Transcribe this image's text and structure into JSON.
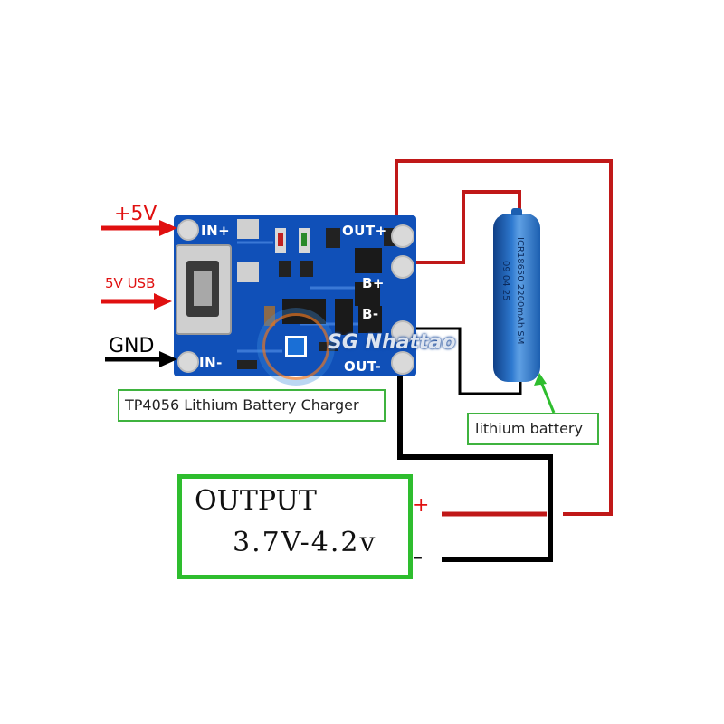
{
  "inputs": {
    "plus5v": "+5V",
    "usb": "5V USB",
    "gnd": "GND"
  },
  "board": {
    "pins": {
      "in_plus": "IN+",
      "in_minus": "IN-",
      "out_plus": "OUT+",
      "b_plus": "B+",
      "b_minus": "B-",
      "out_minus": "OUT-"
    }
  },
  "labels": {
    "caption": "TP4056 Lithium Battery Charger",
    "battery": "lithium battery",
    "battery_print": "ICR18650 2200mAh SM",
    "battery_code": "09 04 25"
  },
  "output": {
    "title": "OUTPUT",
    "range": "3.7V-4.2v",
    "plus": "+",
    "minus": "–"
  },
  "watermark": "SG Nhattao",
  "colors": {
    "wire_red": "#c01818",
    "wire_black": "#000000",
    "arrow_red": "#e01010",
    "board_blue": "#1050b8",
    "box_green": "#2ebd2e",
    "battery_blue": "#1c62b8"
  }
}
